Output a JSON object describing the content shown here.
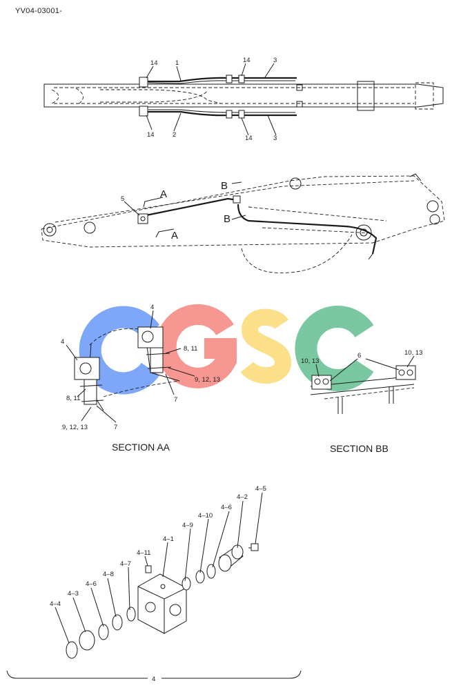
{
  "drawing_code": "YV04-03001-",
  "sections": {
    "aa": "SECTION AA",
    "bb": "SECTION BB"
  },
  "watermark": {
    "letters": [
      "C",
      "G",
      "S",
      "C"
    ],
    "colors": [
      "#5b8ef7",
      "#f47a72",
      "#fbd668",
      "#55b888"
    ]
  },
  "callouts": {
    "top": {
      "c14a": "14",
      "c1": "1",
      "c14b": "14",
      "c3a": "3",
      "c14c": "14",
      "c2": "2",
      "c14d": "14",
      "c3b": "3"
    },
    "side": {
      "c5": "5",
      "arrowA1": "A",
      "arrowA2": "A",
      "arrowB1": "B",
      "arrowB2": "B"
    },
    "aa": {
      "c4a": "4",
      "c4b": "4",
      "c811a": "8, 11",
      "c811b": "8, 11",
      "c91213a": "9, 12, 13",
      "c91213b": "9, 12, 13",
      "c7a": "7",
      "c7b": "7"
    },
    "bb": {
      "c1013a": "10, 13",
      "c6": "6",
      "c1013b": "10, 13"
    },
    "exploded": {
      "p45": "4–5",
      "p42": "4–2",
      "p46a": "4–6",
      "p410": "4–10",
      "p49": "4–9",
      "p41": "4–1",
      "p411": "4–11",
      "p47": "4–7",
      "p48": "4–8",
      "p46b": "4–6",
      "p43": "4–3",
      "p44": "4–4",
      "assembly": "4"
    }
  }
}
